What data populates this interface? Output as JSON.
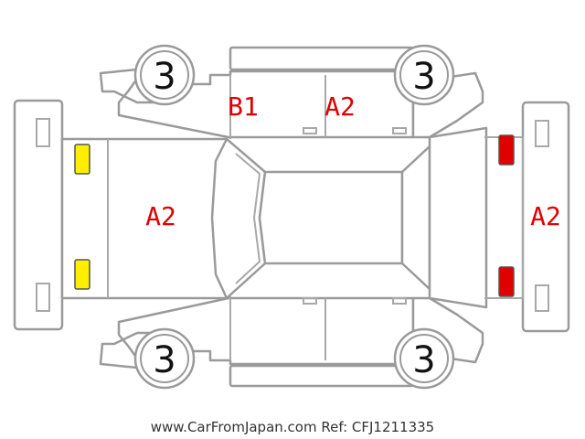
{
  "wheels": {
    "front_left": "3",
    "front_right": "3",
    "rear_left": "3",
    "rear_right": "3"
  },
  "condition_codes": {
    "roof_left_door": "B1",
    "roof_right_door": "A2",
    "hood": "A2",
    "rear_hatch": "A2"
  },
  "colors": {
    "code_text": "#e00000",
    "front_lamps": "#ffee00",
    "rear_lamps": "#e00000",
    "outline": "#9a9a9a"
  },
  "footer": {
    "text": "www.CarFromJapan.com Ref: CFJ1211335"
  }
}
